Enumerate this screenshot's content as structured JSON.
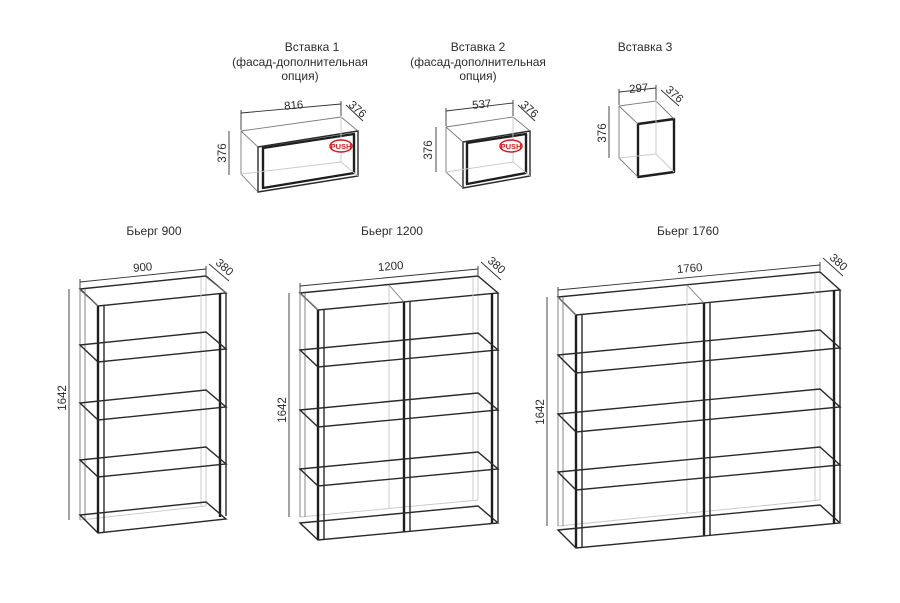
{
  "inserts": [
    {
      "title_lines": [
        "Вставка 1",
        "(фасад-дополнительная",
        "опция)"
      ],
      "width": "816",
      "depth": "376",
      "height": "376",
      "push": "PUSH"
    },
    {
      "title_lines": [
        "Вставка 2",
        "(фасад-дополнительная",
        "опция)"
      ],
      "width": "537",
      "depth": "376",
      "height": "376",
      "push": "PUSH"
    },
    {
      "title_lines": [
        "Вставка 3"
      ],
      "width": "297",
      "depth": "376",
      "height": "376"
    }
  ],
  "shelves": [
    {
      "title": "Бьерг 900",
      "width": "900",
      "depth": "380",
      "height": "1642",
      "columns": 1,
      "rows": 4
    },
    {
      "title": "Бьерг 1200",
      "width": "1200",
      "depth": "380",
      "height": "1642",
      "columns": 2,
      "rows": 4
    },
    {
      "title": "Бьерг 1760",
      "width": "1760",
      "depth": "380",
      "height": "1642",
      "columns": 2,
      "rows": 4
    }
  ]
}
